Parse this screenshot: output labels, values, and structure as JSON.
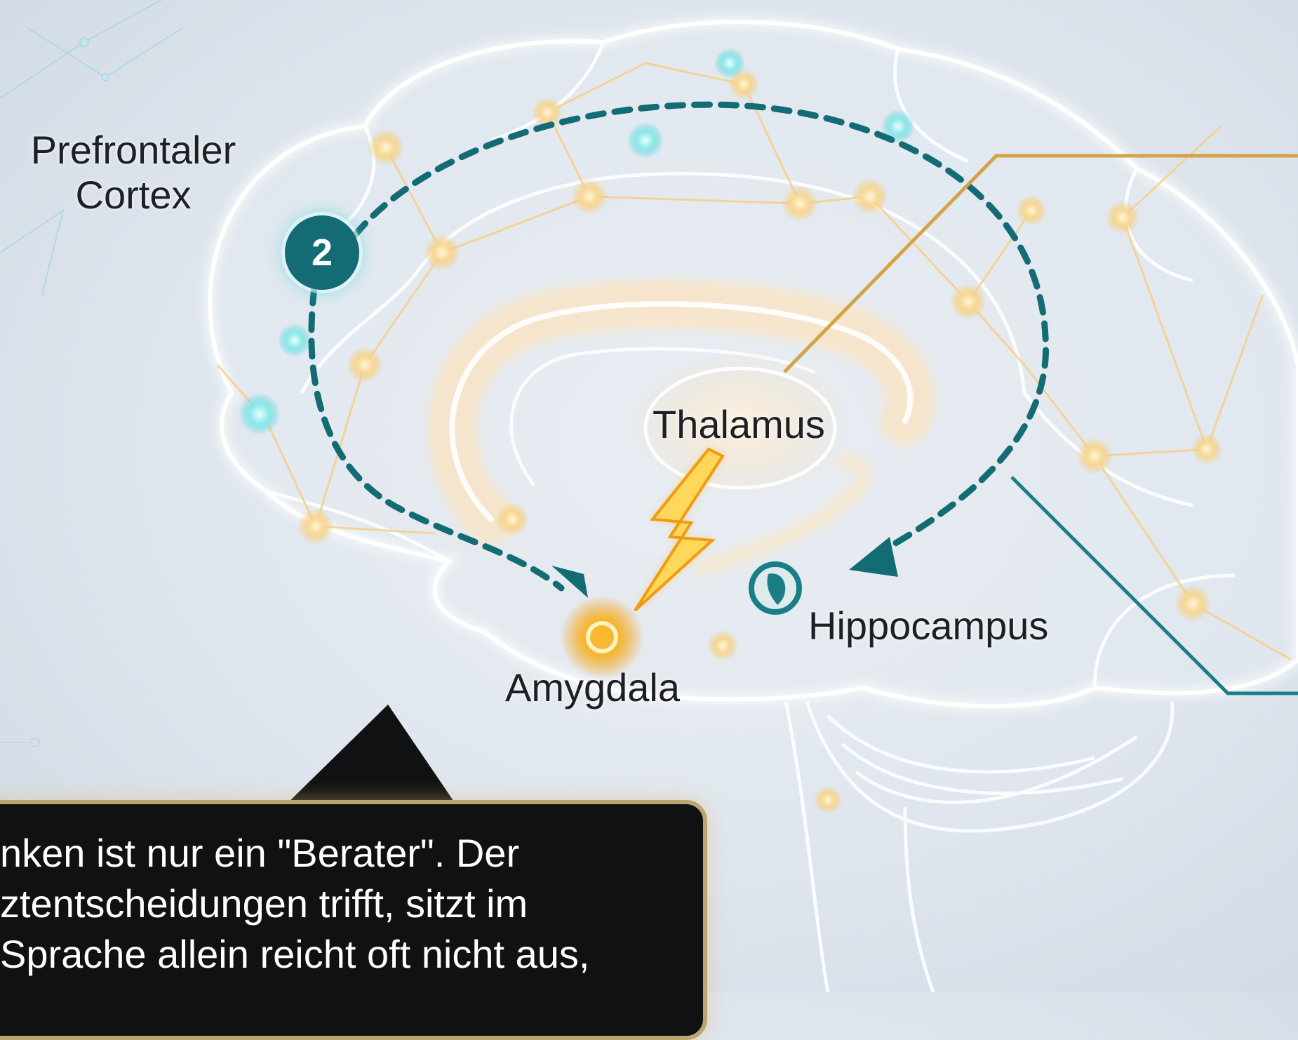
{
  "diagram": {
    "labels": {
      "prefrontal_line1": "Prefrontaler",
      "prefrontal_line2": "Cortex",
      "thalamus": "Thalamus",
      "hippocampus": "Hippocampus",
      "amygdala": "Amygdala"
    },
    "badge_number": "2",
    "colors": {
      "teal": "#1a7e86",
      "glow_teal": "#46d1d8",
      "orange": "#f0a020",
      "gold_line": "#d3a347",
      "outline": "#ffffff",
      "caption_bg": "#101112",
      "caption_border": "#bda56f"
    }
  },
  "caption": {
    "lines": [
      "nken ist nur ein \"Berater\". Der",
      "ztentscheidungen trifft, sitzt im",
      "Sprache allein reicht oft nicht aus,"
    ]
  }
}
